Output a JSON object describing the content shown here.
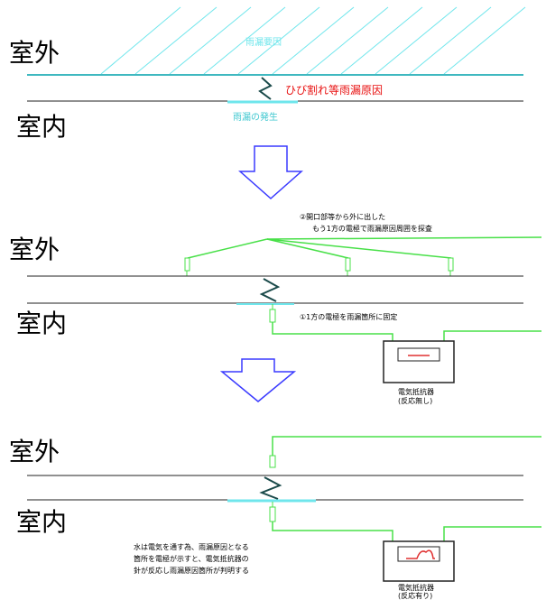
{
  "labels": {
    "outdoor": "室外",
    "indoor": "室内"
  },
  "panel1": {
    "rain_factor": "雨漏要因",
    "crack_cause": "ひび割れ等雨漏原因",
    "leak_occurrence": "雨漏の発生"
  },
  "panel2": {
    "step2_line1": "②開口部等から外に出した",
    "step2_line2": "もう1方の電極で雨漏原因周囲を探査",
    "step1": "①1方の電極を雨漏箇所に固定",
    "meter_label": "電気抵抗器",
    "meter_status": "(反応無し)"
  },
  "panel3": {
    "desc_line1": "水は電気を通す為、雨漏原因となる",
    "desc_line2": "箇所を電極が示すと、電気抵抗器の",
    "desc_line3": "針が反応し雨漏原因箇所が判明する",
    "meter_label": "電気抵抗器",
    "meter_status": "(反応有り)"
  },
  "colors": {
    "rain_hatch": "#6fe6ec",
    "green_wire": "#48e048",
    "arrow_outline": "#3a3aff",
    "crack_red_text": "#e81010",
    "meter_needle": "#e03030"
  }
}
